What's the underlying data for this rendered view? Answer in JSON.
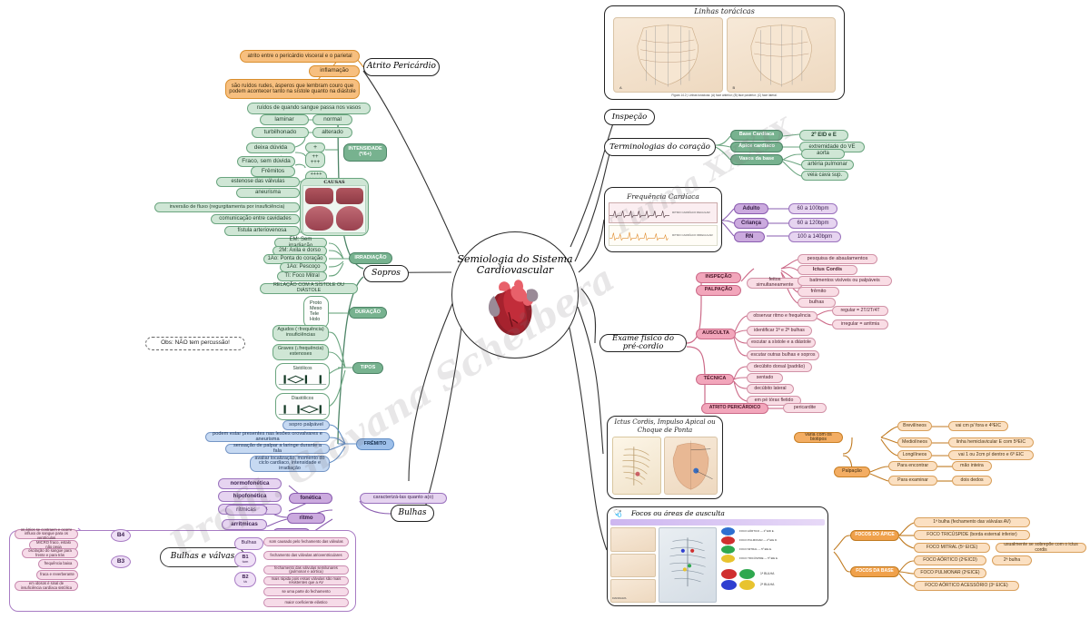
{
  "center": {
    "title": "Semiologia do Sistema Cardiovascular",
    "icon": "heart-icon"
  },
  "watermark": "Profil. Giovana Scheibera Turma XXXIX",
  "note": "Obs: NÃO tem percussão!",
  "branches": {
    "atrito": {
      "label": "Atrito Pericárdio",
      "items": [
        "atrito entre o pericárdio visceral e o parietal",
        "inflamação",
        "são ruídos rudes, ásperos que lembram couro que podem acontecer tanto na sístole quanto na diástole"
      ]
    },
    "sopros": {
      "label": "Sopros",
      "intro": "ruídos de quando sangue passa nos vasos",
      "flow": [
        {
          "type": "laminar",
          "result": "normal"
        },
        {
          "type": "turbilhonado",
          "result": "alterado"
        }
      ],
      "intensidade": {
        "label": "INTENSIDADE (*/6+)",
        "rows": [
          {
            "desc": "deixa dúvida",
            "mark": "+"
          },
          {
            "desc": "Fraco, sem dúvida",
            "mark": "++\n+++"
          },
          {
            "desc": "Frêmitos",
            "mark": "++++\n+++++\n++++++"
          }
        ]
      },
      "causas": {
        "title": "CAUSAS",
        "items": [
          "estenose das válvulas",
          "aneurisma",
          "inversão de fluxo (regurgitamenta por insuficiência)",
          "comunicação entre cavidades",
          "fístula arteriovenosa"
        ]
      },
      "irradiacao": {
        "label": "IRRADIAÇÃO",
        "items": [
          "EM: Sem irradiação",
          "2M: Axila e dorso",
          "1Ao: Ponta do coração",
          "1Ao: Pescoço",
          "TI: Foco Mitral"
        ]
      },
      "relacao": "RELAÇÃO COM A SÍSTOLE OU DIÁSTOLE",
      "duracao": {
        "label": "DURAÇÃO",
        "items": [
          "Proto",
          "Meso",
          "Tele",
          "Holo"
        ]
      },
      "tipos": {
        "label": "TIPOS",
        "items": [
          "Agudos (↑frequência) insuficiências",
          "Graves (↓frequência) estenoses"
        ],
        "diagrams": [
          {
            "title": "Sistólicos",
            "marks": [
              "B1",
              "B2",
              "B1"
            ]
          },
          {
            "title": "Diastólicos",
            "marks": [
              "B1",
              "B2",
              "B1"
            ]
          }
        ]
      },
      "fremito": {
        "label": "FRÊMITO",
        "items": [
          "sopro palpável",
          "podem estar presentes nas lesões orovalvares e aneurisma",
          "sensação de palpar a laringe durante a fala",
          "avaliar localização, momento do ciclo cardíaco, intensidade e irradiação"
        ]
      }
    },
    "bulhas": {
      "label": "Bulhas",
      "caracterizar": "caracterizá-las quanto a(o)",
      "fonetica": {
        "label": "fonética",
        "items": [
          "normofonética",
          "hipofonética",
          "hiperfonética"
        ]
      },
      "ritmo": {
        "label": "ritmo",
        "items": [
          "rítmicas",
          "arrítmicas"
        ]
      },
      "tempo": {
        "label": "tempo"
      },
      "panel": {
        "title": "Bulhas e válvas",
        "left": {
          "b4": {
            "label": "B4",
            "items": [
              "os átrios se contraem e ocorre influxo de sangue para os ventrículos",
              "MICRO fraco, estalo não pega"
            ]
          },
          "b3": {
            "label": "B3",
            "items": [
              "oscilação do sangue para frente e para trás",
              "frequência baixa",
              "fraca e reverberante",
              "em idosos é sinal de insuficiência cardíaca sistólica"
            ]
          }
        },
        "right": {
          "title": "Bulhas",
          "b1": {
            "label": "B1",
            "sub": "tum",
            "items": [
              "som causado pelo fechamento das válvulas",
              "fechamento das válvulas atrioventriculares"
            ]
          },
          "b2": {
            "label": "B2",
            "sub": "tá",
            "items": [
              "fechamento das válvulas semilunares (pulmonar e aórtica)",
              "mais rápida pois essas válvulas são mais resistentes que a AV",
              "se uma parte do fechamento",
              "maior coeficiente elástico"
            ]
          }
        }
      }
    },
    "inspecao": {
      "label": "Inspeção"
    },
    "linhas": {
      "title": "Linhas torácicas",
      "caption": "Figura 14.2 | Linhas torácicas: (A) face anterior; (B) face posterior; (C) face lateral.",
      "labels": [
        "A",
        "B"
      ]
    },
    "terminologia": {
      "label": "Terminologias do coração",
      "items": [
        {
          "label": "Base Cardíaca",
          "values": [
            "2º EID e E"
          ]
        },
        {
          "label": "Ápice cardíaco",
          "values": [
            "extremidade do VE"
          ]
        },
        {
          "label": "Vasos da base",
          "values": [
            "aorta",
            "artéria pulmonar",
            "veia cava sup."
          ]
        }
      ]
    },
    "frequencia": {
      "title": "Frequência Cardíaca",
      "ecg_labels": [
        "RITMO CARDÍACO REGULAR",
        "RITMO CARDÍACO IRREGULAR"
      ],
      "items": [
        {
          "label": "Adulto",
          "value": "60 a 100bpm"
        },
        {
          "label": "Criança",
          "value": "60 a 120bpm"
        },
        {
          "label": "RN",
          "value": "100 a 140bpm"
        }
      ]
    },
    "exame": {
      "label": "Exame físico do pré-cordio",
      "inspecao_palpacao": {
        "nodes": [
          "INSPEÇÃO",
          "PALPAÇÃO"
        ],
        "connector": "feitos simultaneamente",
        "items": [
          "pesquisa de abaulamentos",
          "Ictus Cordis",
          "batimentos visíveis ou palpáveis",
          "frêmito",
          "bulhas"
        ]
      },
      "ausculta": {
        "label": "AUSCULTA",
        "items": [
          {
            "text": "observar ritmo e frequência",
            "sub": [
              "regular = 2T/2T/4T",
              "irregular = arritmia"
            ]
          },
          {
            "text": "identificar 1ª e 2ª bulhas",
            "sub": []
          },
          {
            "text": "escutar a sístole e a diástole",
            "sub": []
          },
          {
            "text": "escutar outras bulhas e sopros",
            "sub": []
          }
        ]
      },
      "tecnica": {
        "label": "TÉCNICA",
        "items": [
          "decúbito dorsal (padrão)",
          "sentado",
          "decúbito lateral",
          "em pé tórax fletido"
        ]
      },
      "atrito": {
        "label": "ATRITO PERICÁRDICO",
        "items": [
          "pericardite"
        ]
      }
    },
    "ictus": {
      "title": "Ictus Cordis, Impulso Apical ou Choque de Ponta",
      "biotipos": {
        "label": "varia com os biotipos",
        "items": [
          {
            "label": "Brevilíneos",
            "value": "vai cm p/ fora e 4ºEIC"
          },
          {
            "label": "Mediolíneos",
            "value": "linha hemiclavicular E com 5ºEIC"
          },
          {
            "label": "Longilíneos",
            "value": "vai 1 ou 2cm p/ dentro e 6º EIC"
          }
        ]
      },
      "palpacao": {
        "label": "Palpação",
        "items": [
          {
            "label": "Para encontrar",
            "value": "mão inteira"
          },
          {
            "label": "Para examinar",
            "value": "dois dedos"
          }
        ]
      }
    },
    "focos": {
      "title": "Focos  ou áreas de ausculta",
      "legend": [
        {
          "color": "#2f6fd0",
          "text": "FOCO AÓRTICO — 2º EID E."
        },
        {
          "color": "#d02f2f",
          "text": "FOCO PULMONAR — 2º EIE D."
        },
        {
          "color": "#2fa84f",
          "text": "FOCO MITRAL — 5º EIE E."
        },
        {
          "color": "#e8c32f",
          "text": "FOCO TRICÚSPIDE — 5º EIE E."
        }
      ],
      "dots_row1": [
        "#d02f2f",
        "#2fa84f",
        "#7a7a7a"
      ],
      "dots_row2": [
        "#2f3fd0",
        "#2f3fd0",
        "#e8c32f"
      ],
      "dot_labels": [
        "1ª BULHA",
        "2ª BULHA"
      ],
      "apice": {
        "label": "FOCOS DO ÁPICE",
        "items": [
          {
            "text": "1ª bulha (fechamento das válvulas AV)",
            "sub": ""
          },
          {
            "text": "FOCO TRICÚSPIDE (borda esternal inferior)",
            "sub": ""
          },
          {
            "text": "FOCO MITRAL (5º EICE)",
            "sub": "usualmente se sobrepõe com o ictus cordis"
          }
        ]
      },
      "base": {
        "label": "FOCOS DA BASE",
        "items": [
          {
            "text": "FOCO AÓRTICO (2ºEICD)",
            "sub": "2ª bulha"
          },
          {
            "text": "FOCO PULMONAR (2ºEICE)",
            "sub": ""
          },
          {
            "text": "FOCO AÓRTICO ACESSÓRIO (3º EICE)",
            "sub": ""
          }
        ]
      }
    }
  }
}
